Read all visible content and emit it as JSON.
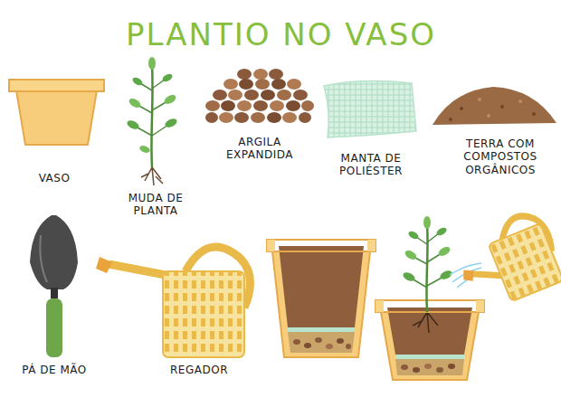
{
  "diagram": {
    "title": "PLANTIO NO VASO",
    "labels": [
      "VASO",
      "MUDA DE PLANTA",
      "ARGILA EXPANDIDA",
      "MANTA DE POLIÉSTER",
      "TERRA COM COMPOSTOS ORGÂNICOS",
      "PÁ DE MÃO",
      "REGADOR"
    ]
  }
}
